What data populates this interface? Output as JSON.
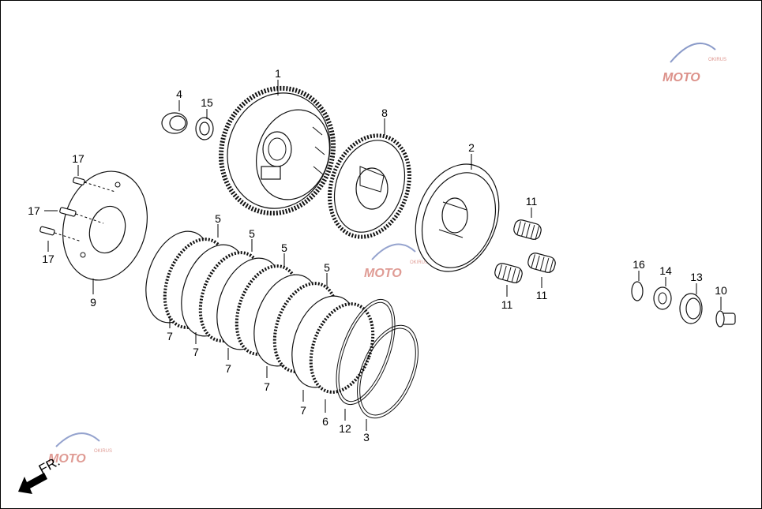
{
  "diagram": {
    "labels": [
      "1",
      "2",
      "3",
      "4",
      "5",
      "5",
      "5",
      "5",
      "6",
      "7",
      "7",
      "7",
      "7",
      "7",
      "8",
      "9",
      "10",
      "11",
      "11",
      "11",
      "12",
      "13",
      "14",
      "15",
      "16",
      "17",
      "17",
      "17"
    ],
    "direction_label": "FR.",
    "watermark": {
      "text": "MOTO",
      "small": "OKIRUS",
      "colors": [
        "#c0392b",
        "#2e4a9e"
      ]
    }
  }
}
